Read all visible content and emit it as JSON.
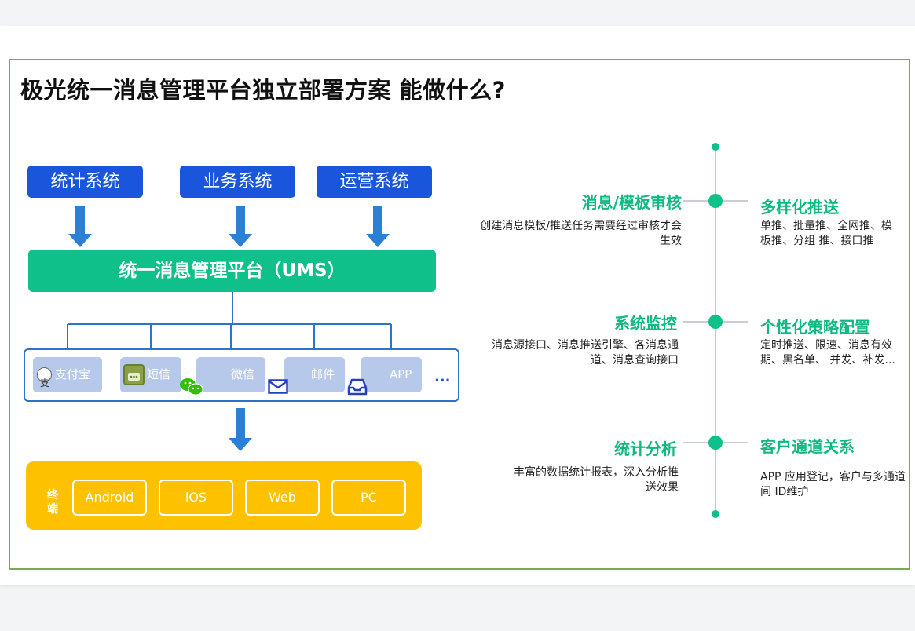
{
  "title": "极光统一消息管理平台独立部署方案 能做什么?",
  "left_diagram": {
    "systems": [
      "统计系统",
      "业务系统",
      "运营系统"
    ],
    "ums_label": "统一消息管理平台（UMS）",
    "channels": {
      "alipay": "支付宝",
      "sms": "短信",
      "wechat": "微信",
      "email": "邮件",
      "app": "APP",
      "more": "..."
    },
    "terminal_label": "终端",
    "terminals": [
      "Android",
      "iOS",
      "Web",
      "PC"
    ]
  },
  "features": {
    "review": {
      "title": "消息/模板审核",
      "desc": "创建消息模板/推送任务需要经过审核才会生效"
    },
    "multi_push": {
      "title": "多样化推送",
      "desc": "单推、批量推、全网推、模板推、分组 推、接口推"
    },
    "monitor": {
      "title": "系统监控",
      "desc": "消息源接口、消息推送引擎、各消息通道、消息查询接口"
    },
    "strategy": {
      "title": "个性化策略配置",
      "desc": "定时推送、限速、消息有效期、黑名单、 并发、补发..."
    },
    "analytics": {
      "title": "统计分析",
      "desc": "丰富的数据统计报表，深入分析推送效果"
    },
    "channel_rel": {
      "title": "客户通道关系",
      "desc": "APP 应用登记，客户与多通道间 ID维护"
    }
  },
  "colors": {
    "system_blue": "#1a56db",
    "ums_green": "#10c08b",
    "terminal_yellow": "#fdc100",
    "feature_green": "#10b981",
    "frame_green": "#7aab4f"
  }
}
